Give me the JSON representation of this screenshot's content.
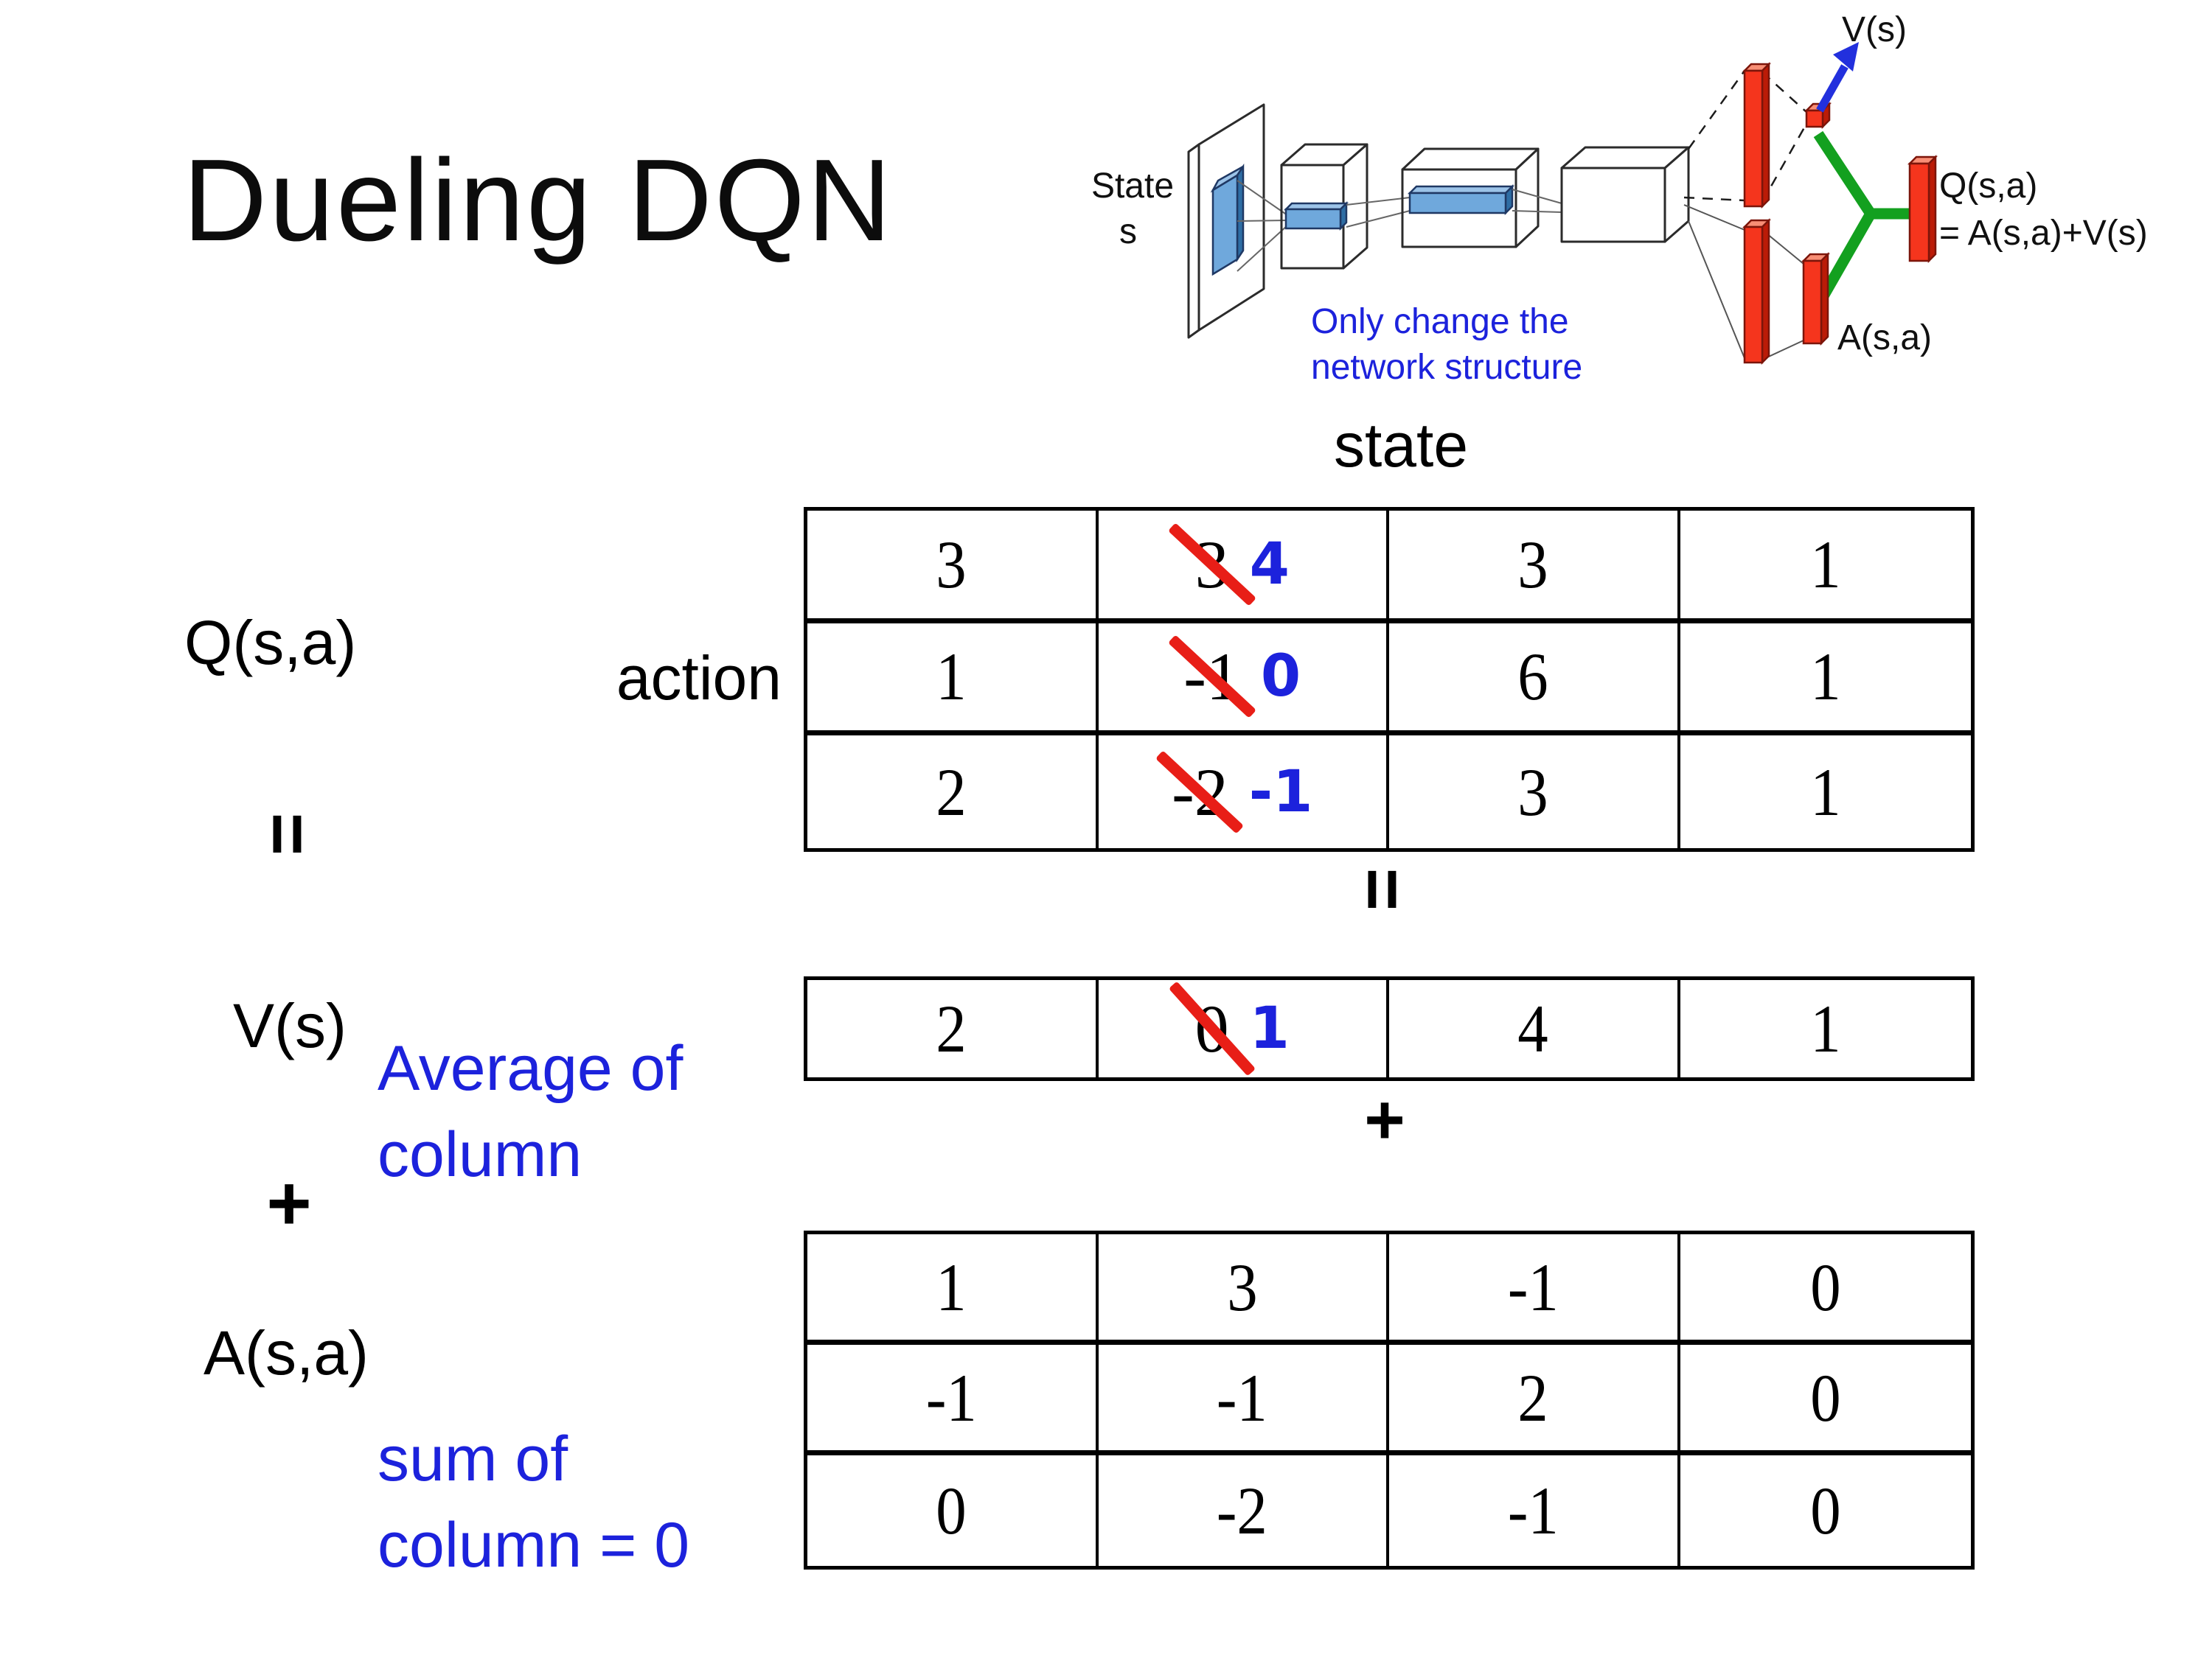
{
  "slide": {
    "title": "Dueling DQN"
  },
  "colors": {
    "annotation_blue": "#1c22dc",
    "strike_red": "#e81e17",
    "bar_red": "#f5351d",
    "bar_red_top": "#f88e75",
    "bar_red_side": "#bb1b07",
    "bar_red_stroke": "#7c150a",
    "green": "#13a01f",
    "arrow_blue": "#2230dd",
    "filter_blue": "#6fa8dc",
    "filter_blue_light": "#9cc3e8",
    "filter_blue_dark": "#2e6da4",
    "filter_blue_stroke": "#1f3864"
  },
  "network_diagram": {
    "state_label": "State",
    "state_sub": "s",
    "v_out_label": "V(s)",
    "q_out_label": "Q(s,a)",
    "q_out_formula": "= A(s,a)+V(s)",
    "a_out_label": "A(s,a)",
    "note_line1": "Only change the",
    "note_line2": "network structure"
  },
  "decomposition": {
    "q_label": "Q(s,a)",
    "v_label": "V(s)",
    "a_label": "A(s,a)",
    "equals_symbol": "=",
    "plus_symbol": "+",
    "state_axis_label": "state",
    "action_axis_label": "action",
    "average_note": [
      "Average of",
      "column"
    ],
    "sum_note": [
      "sum of",
      "column = 0"
    ],
    "q_table": {
      "rows": [
        [
          "3",
          {
            "old": "3",
            "new": "4"
          },
          "3",
          "1"
        ],
        [
          "1",
          {
            "old": "-1",
            "new": "0"
          },
          "6",
          "1"
        ],
        [
          "2",
          {
            "old": "-2",
            "new": "-1"
          },
          "3",
          "1"
        ]
      ]
    },
    "v_table": {
      "rows": [
        [
          "2",
          {
            "old": "0",
            "new": "1"
          },
          "4",
          "1"
        ]
      ]
    },
    "a_table": {
      "rows": [
        [
          "1",
          "3",
          "-1",
          "0"
        ],
        [
          "-1",
          "-1",
          "2",
          "0"
        ],
        [
          "0",
          "-2",
          "-1",
          "0"
        ]
      ]
    }
  }
}
